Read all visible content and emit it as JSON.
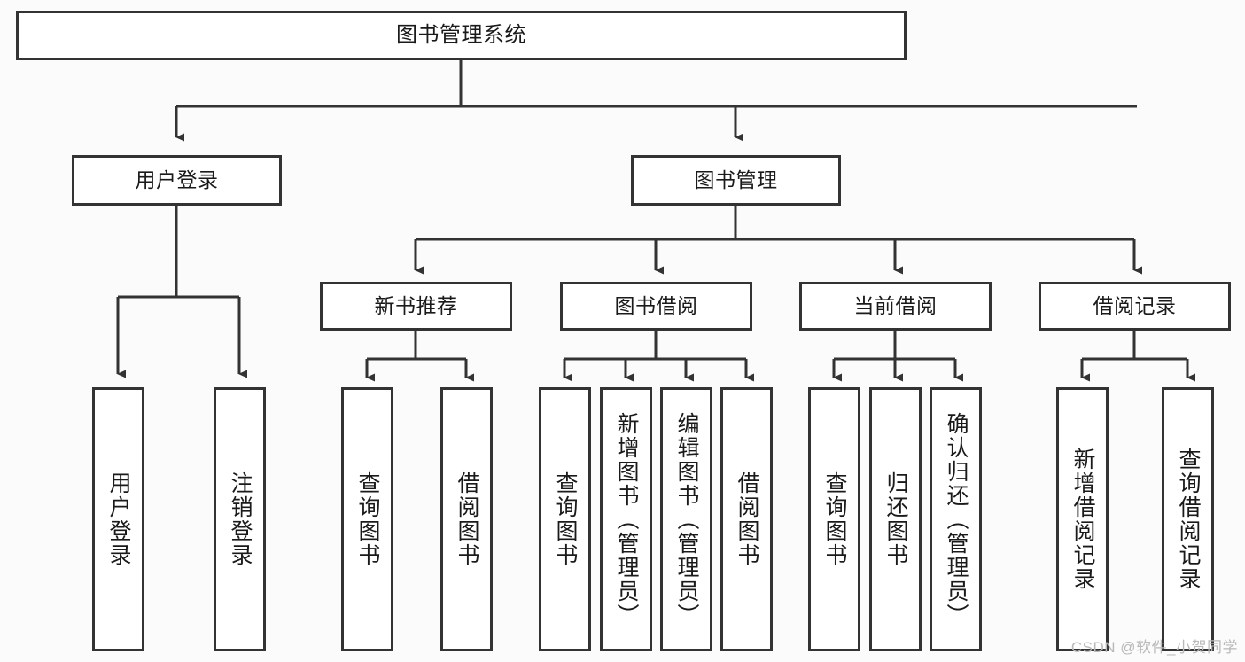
{
  "diagram": {
    "title": "图书管理系统",
    "type": "tree",
    "root": {
      "label": "图书管理系统"
    },
    "level2": [
      {
        "label": "用户登录"
      },
      {
        "label": "图书管理"
      }
    ],
    "level3": [
      {
        "label": "新书推荐"
      },
      {
        "label": "图书借阅"
      },
      {
        "label": "当前借阅"
      },
      {
        "label": "借阅记录"
      }
    ],
    "leaves": {
      "user_login": [
        {
          "label": "用户登录"
        },
        {
          "label": "注销登录"
        }
      ],
      "new_book": [
        {
          "label": "查询图书"
        },
        {
          "label": "借阅图书"
        }
      ],
      "book_borrow": [
        {
          "label": "查询图书"
        },
        {
          "label": "新增图书（管理员）"
        },
        {
          "label": "编辑图书（管理员）"
        },
        {
          "label": "借阅图书"
        }
      ],
      "current_borrow": [
        {
          "label": "查询图书"
        },
        {
          "label": "归还图书"
        },
        {
          "label": "确认归还（管理员）"
        }
      ],
      "borrow_record": [
        {
          "label": "新增借阅记录"
        },
        {
          "label": "查询借阅记录"
        }
      ]
    }
  },
  "watermark": {
    "text": "CSDN @软件_小贺同学"
  },
  "colors": {
    "border": "#333333",
    "node_fill": "#ffffff",
    "canvas": "#fbfbfb",
    "text": "#1a1a1a",
    "watermark": "#b9b9b9"
  }
}
